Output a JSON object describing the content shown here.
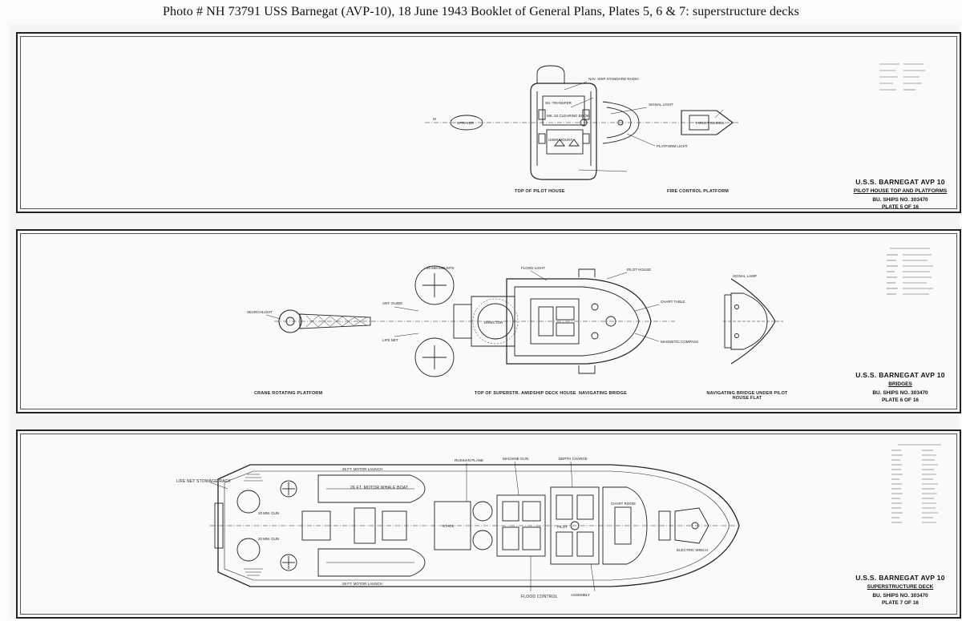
{
  "caption": "Photo #  NH 73791     USS Barnegat (AVP-10), 18 June 1943 Booklet of General Plans, Plates 5, 6 & 7:  superstructure decks",
  "plates": [
    {
      "ship": "U.S.S. BARNEGAT AVP 10",
      "subtitle": "PILOT HOUSE TOP AND PLATFORMS",
      "bu_ships": "BU. SHIPS NO. 303470",
      "plate": "PLATE 5 OF 16",
      "view_labels": [
        "TOP OF PILOT HOUSE",
        "FIRE CONTROL PLATFORM"
      ]
    },
    {
      "ship": "U.S.S. BARNEGAT AVP 10",
      "subtitle": "BRIDGES",
      "bu_ships": "BU. SHIPS NO. 303470",
      "plate": "PLATE 6 OF 16",
      "view_labels": [
        "CRANE  ROTATING PLATFORM",
        "TOP OF SUPERSTR. AMIDSHIP DECK HOUSE",
        "NAVIGATING BRIDGE",
        "NAVIGATING BRIDGE UNDER PILOT HOUSE FLAT"
      ]
    },
    {
      "ship": "U.S.S. BARNEGAT AVP 10",
      "subtitle": "SUPERSTRUCTURE DECK",
      "bu_ships": "BU. SHIPS NO. 303470",
      "plate": "PLATE 7 OF 16",
      "view_labels": [
        "LIFE NET STOWAGE RACK",
        "26 FT. MOTOR WHALE BOAT",
        "FLOOD CONTROL"
      ]
    }
  ]
}
